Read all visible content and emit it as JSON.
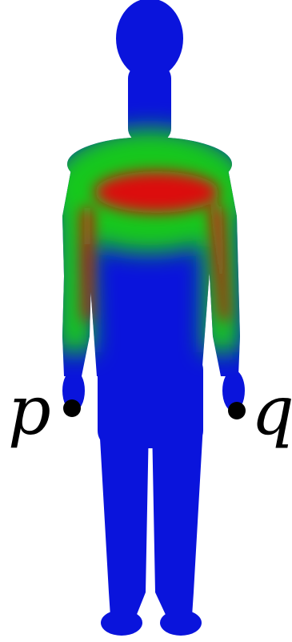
{
  "points": [
    {
      "id": "p",
      "label": "p"
    },
    {
      "id": "q",
      "label": "q"
    }
  ],
  "colors": {
    "base": "#0a14dc",
    "mid": "#12c81e",
    "hot": "#dc0a0a",
    "marker": "#000000"
  }
}
